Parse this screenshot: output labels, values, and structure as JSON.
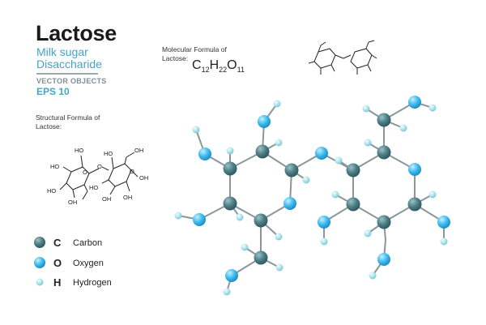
{
  "title": "Lactose",
  "subtitle_1": "Milk sugar",
  "subtitle_2": "Disaccharide",
  "vector_objects": "VECTOR OBJECTS",
  "eps": "EPS 10",
  "structural_label_1": "Structural  Formula of",
  "structural_label_2": "Lactose:",
  "molecular_label_1": "Molecular Formula of",
  "molecular_label_2": "Lactose:",
  "formula": {
    "c": "C",
    "c_n": "12",
    "h": "H",
    "h_n": "22",
    "o": "O",
    "o_n": "11"
  },
  "legend": [
    {
      "symbol": "C",
      "name": "Carbon",
      "color": "#4e7f86"
    },
    {
      "symbol": "O",
      "name": "Oxygen",
      "color": "#3fbcf0"
    },
    {
      "symbol": "H",
      "name": "Hydrogen",
      "color": "#aee3ec"
    }
  ],
  "structure_labels": {
    "ho": "HO",
    "oh": "OH",
    "o": "O"
  },
  "colors": {
    "carbon": "#4e7f86",
    "oxygen": "#3fbcf0",
    "hydrogen": "#aee3ec",
    "accent": "#46a4c4"
  }
}
